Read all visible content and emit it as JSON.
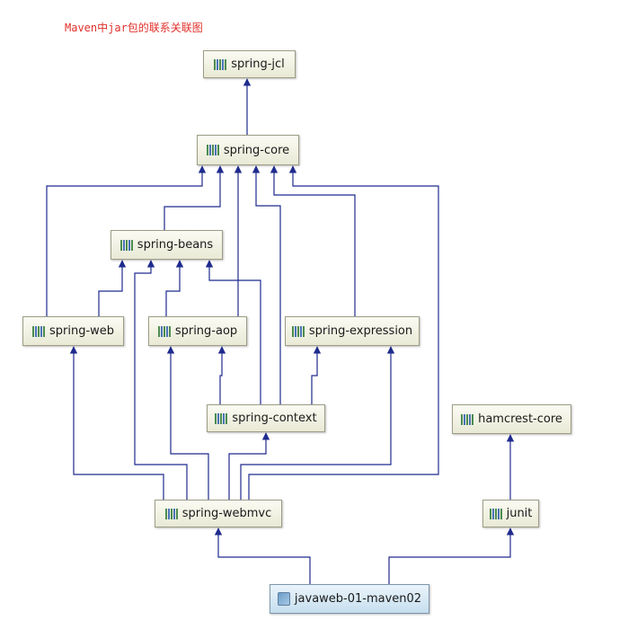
{
  "title": "Maven中jar包的联系关联图",
  "nodes": {
    "spring_jcl": "spring-jcl",
    "spring_core": "spring-core",
    "spring_beans": "spring-beans",
    "spring_web": "spring-web",
    "spring_aop": "spring-aop",
    "spring_expression": "spring-expression",
    "spring_context": "spring-context",
    "hamcrest_core": "hamcrest-core",
    "spring_webmvc": "spring-webmvc",
    "junit": "junit",
    "root": "javaweb-01-maven02"
  },
  "colors": {
    "edge": "#1f2b8e",
    "title": "#e0302a"
  }
}
